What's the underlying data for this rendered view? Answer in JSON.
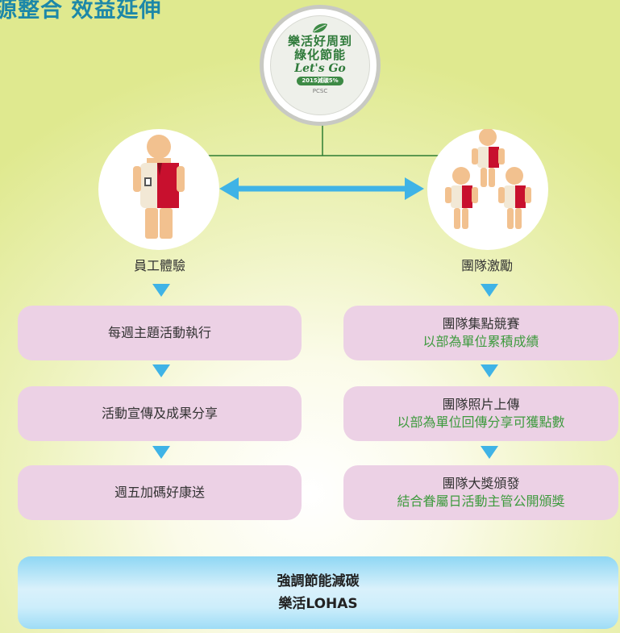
{
  "header": {
    "title": "源整合 效益延伸"
  },
  "badge": {
    "line1": "樂活好周到",
    "line2": "綠化節能",
    "line3": "Let's Go",
    "pill": "2015減碳5%",
    "mark": "PCSC",
    "icon": "leaf-icon"
  },
  "left": {
    "label": "員工體驗",
    "icon": "employee-icon",
    "steps": [
      {
        "title": "每週主題活動執行"
      },
      {
        "title": "活動宣傳及成果分享"
      },
      {
        "title": "週五加碼好康送"
      }
    ]
  },
  "right": {
    "label": "團隊激勵",
    "icon": "team-icon",
    "steps": [
      {
        "title": "團隊集點競賽",
        "sub": "以部為單位累積成績"
      },
      {
        "title": "團隊照片上傳",
        "sub": "以部為單位回傳分享可獲點數"
      },
      {
        "title": "團隊大獎頒發",
        "sub": "結合眷屬日活動主管公開頒獎"
      }
    ]
  },
  "bottom": {
    "line1": "強調節能減碳",
    "line2": "樂活LOHAS"
  },
  "colors": {
    "title": "#1d88a8",
    "arrow": "#3fb3e6",
    "box": "#ecd1e5",
    "sub_text": "#3e9a3e",
    "shirt_red": "#c8102e",
    "badge_green": "#2f7a3a"
  }
}
